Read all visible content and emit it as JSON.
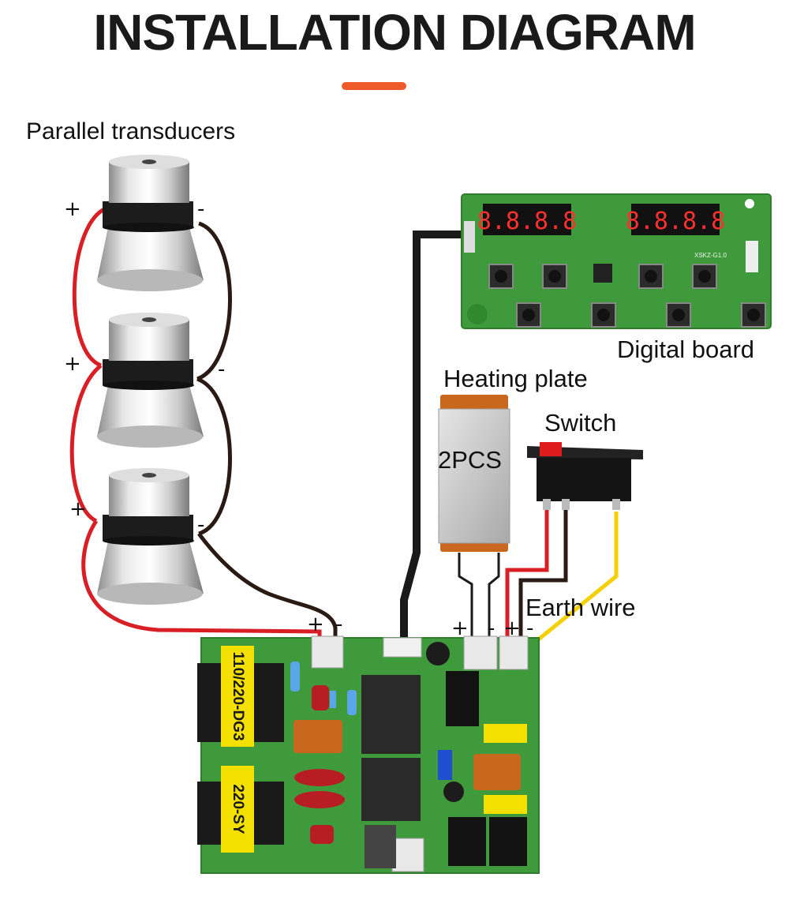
{
  "title": "INSTALLATION DIAGRAM",
  "labels": {
    "transducers": "Parallel transducers",
    "digital_board": "Digital board",
    "heating_plate": "Heating plate",
    "heater_qty": "2PCS",
    "switch": "Switch",
    "earth_wire": "Earth wire"
  },
  "board_text": {
    "transformer_1": "110/220-DG3",
    "transformer_2": "220-SY",
    "display_1": "8.8.8.8",
    "display_2": "8.8.8.8",
    "board_model": "XSKZ-G1.0"
  },
  "signs": {
    "plus": "+",
    "minus": "-"
  },
  "colors": {
    "accent": "#ef5a2a",
    "wire_positive": "#d81f26",
    "wire_negative": "#2a1a14",
    "wire_earth": "#f5d000",
    "pcb_green": "#3f9a3c",
    "transformer_yellow": "#f3e000",
    "led_red": "#ff3030"
  }
}
